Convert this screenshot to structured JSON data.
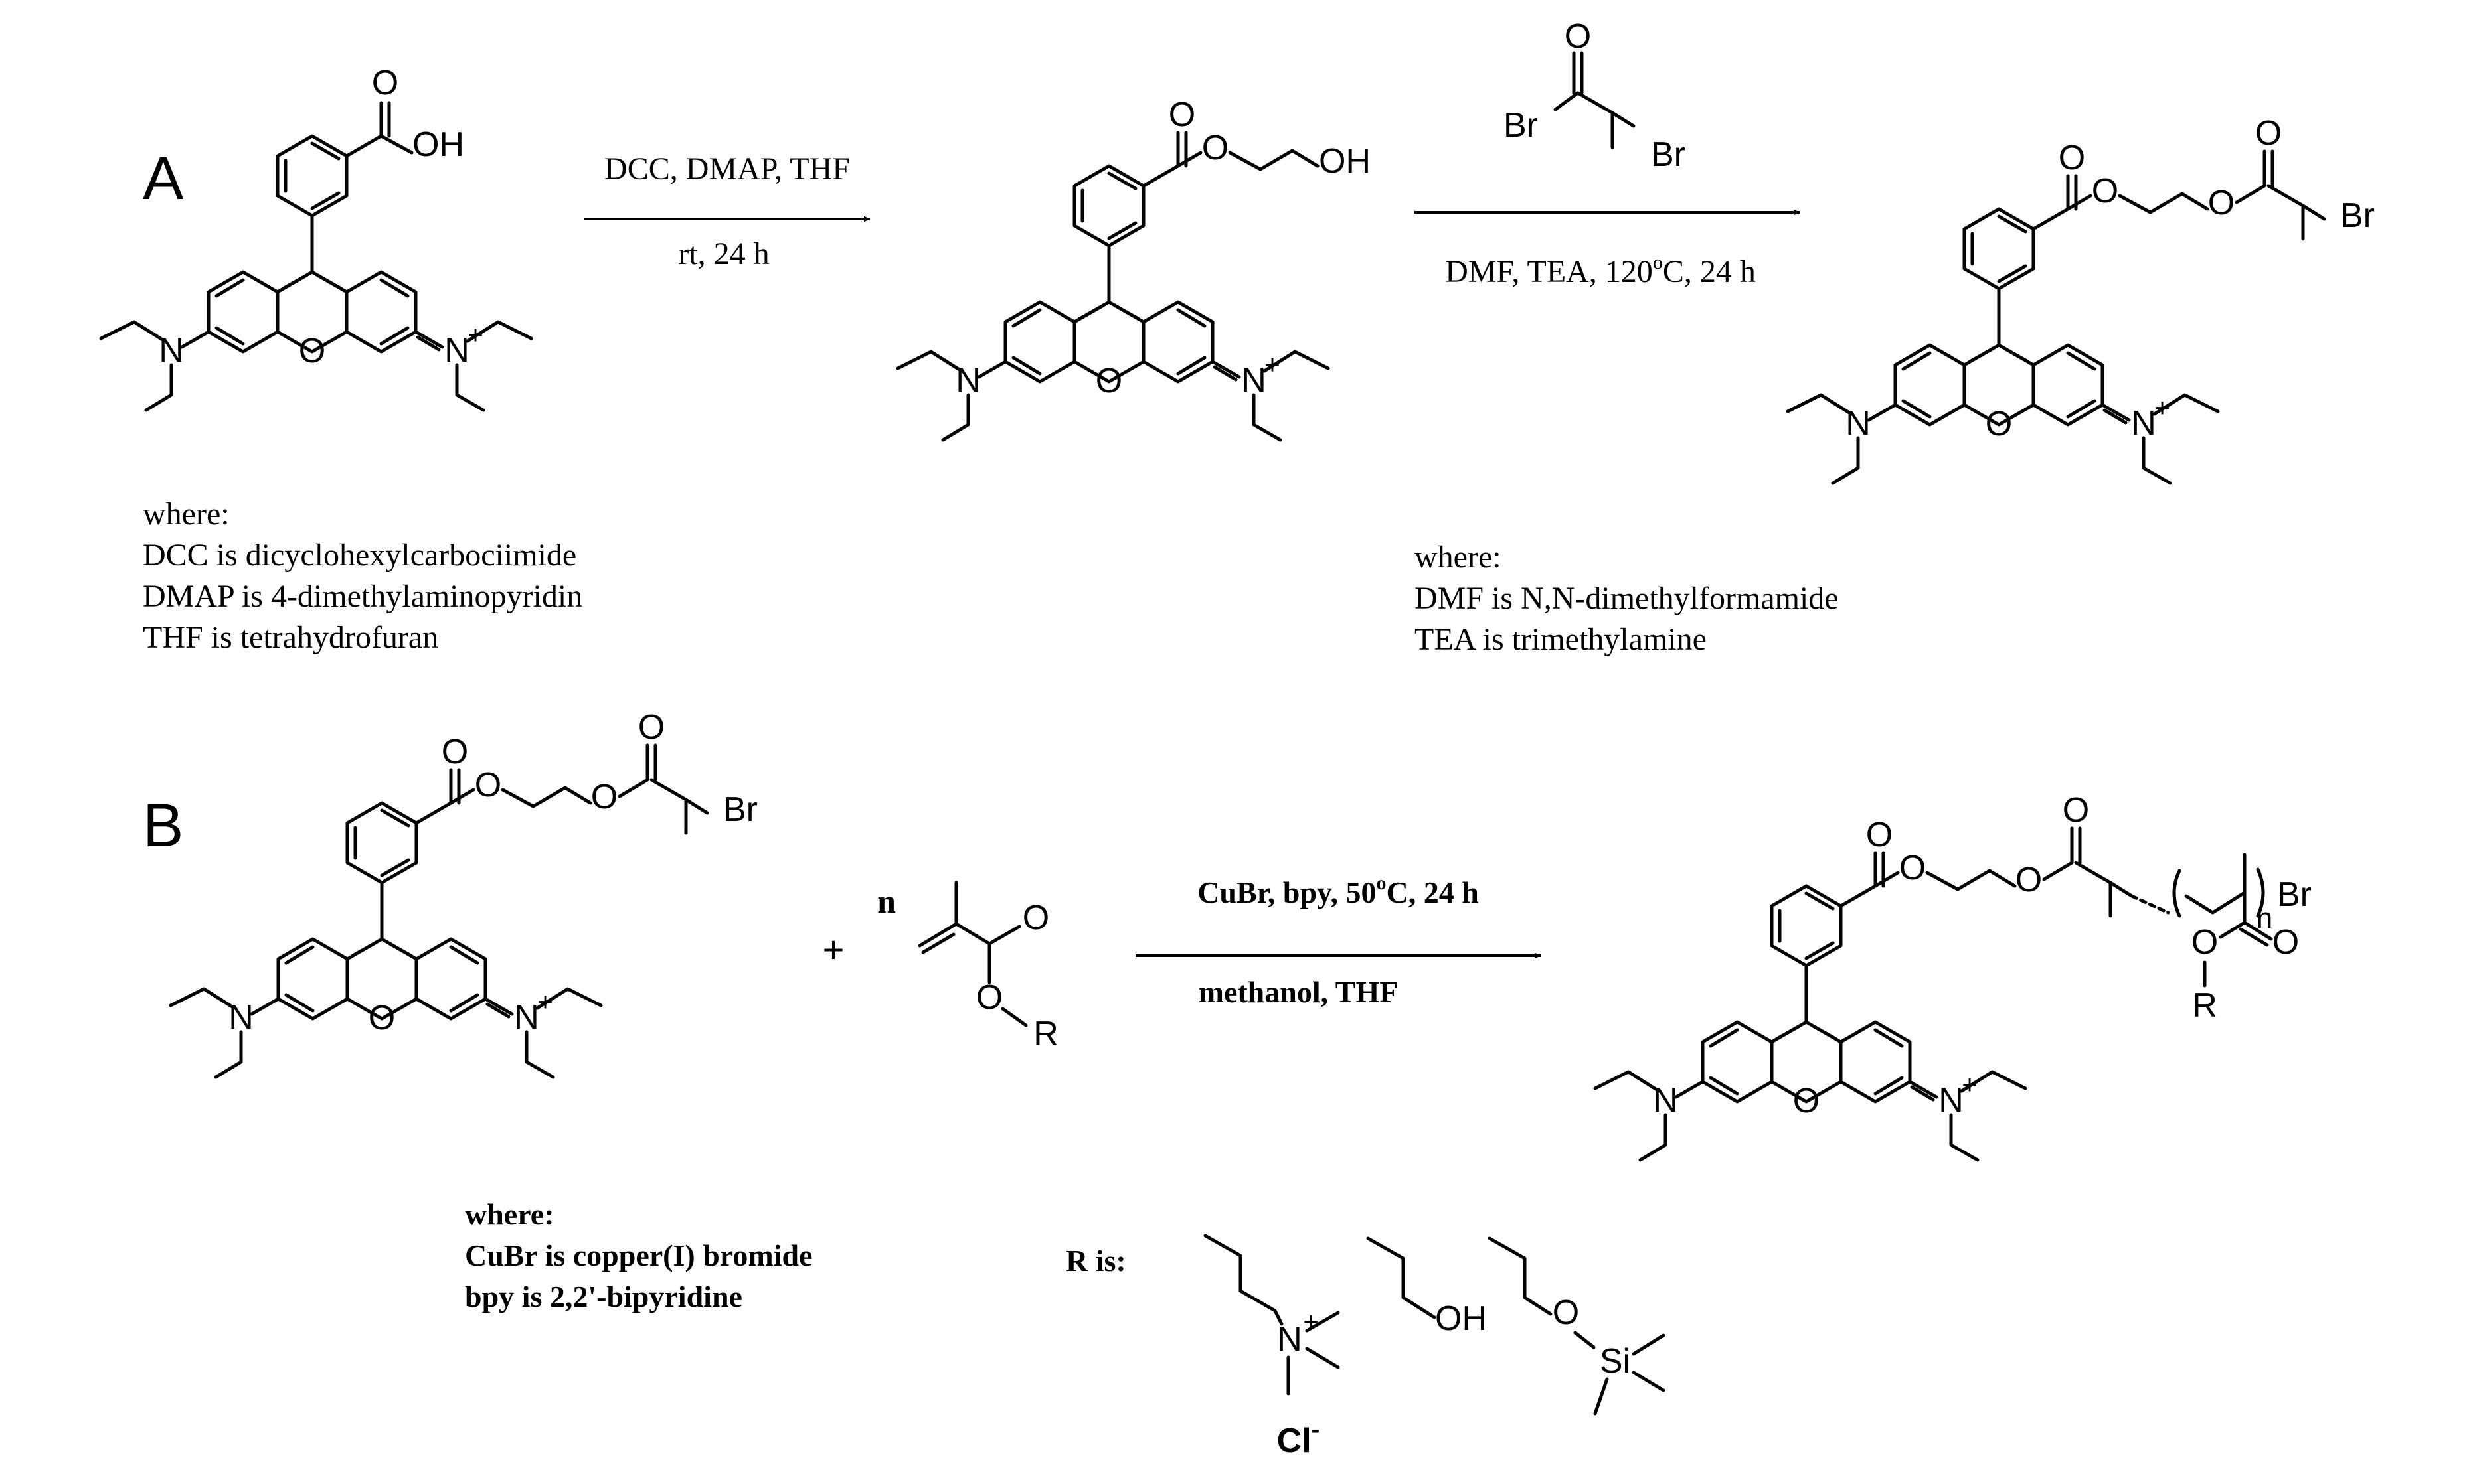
{
  "panels": {
    "a": "A",
    "b": "B"
  },
  "atoms": {
    "O": "O",
    "OH": "OH",
    "N": "N",
    "Nplus": "N",
    "plus": "+",
    "Br": "Br",
    "R": "R",
    "Si": "Si",
    "Cl": "Cl",
    "minus": "-",
    "n": "n"
  },
  "reaction_a": {
    "step1": {
      "above": "DCC, DMAP, THF",
      "below": "rt, 24 h"
    },
    "step2": {
      "below_pre": "DMF, TEA, 120",
      "below_sup": "o",
      "below_post": "C, 24 h"
    },
    "glossary_left": [
      "where:",
      "DCC is dicyclohexylcarbociimide",
      "DMAP is 4-dimethylaminopyridin",
      "THF is tetrahydrofuran"
    ],
    "glossary_right": [
      "where:",
      "DMF is N,N-dimethylformamide",
      "TEA is trimethylamine"
    ]
  },
  "reaction_b": {
    "plus_sign": "+",
    "monomer_count": "n",
    "above_pre": "CuBr, bpy, 50",
    "above_sup": "o",
    "above_post": "C, 24 h",
    "below": "methanol, THF",
    "glossary": [
      "where:",
      "CuBr is copper(I) bromide",
      "bpy is 2,2'-bipyridine"
    ],
    "r_is": "R is:"
  }
}
